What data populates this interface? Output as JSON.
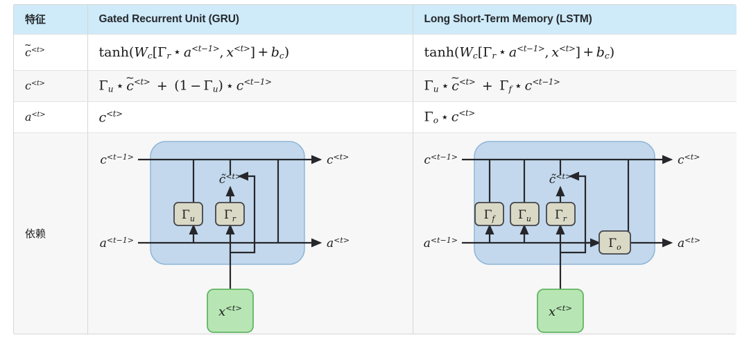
{
  "table": {
    "header": {
      "feature": "特征",
      "gru": "Gated Recurrent Unit (GRU)",
      "lstm": "Long Short-Term Memory (LSTM)"
    },
    "rows": [
      {
        "key": "c̃<t>",
        "key_parts": {
          "base": "c",
          "tilde": true,
          "sup": "<t>"
        },
        "gru": "tanh(W_c[Γ_r ⋆ a<t−1>, x<t>] + b_c)",
        "lstm": "tanh(W_c[Γ_r ⋆ a<t−1>, x<t>] + b_c)"
      },
      {
        "key": "c<t>",
        "key_parts": {
          "base": "c",
          "tilde": false,
          "sup": "<t>"
        },
        "gru": "Γ_u ⋆ c̃<t> + (1 − Γ_u) ⋆ c<t−1>",
        "lstm": "Γ_u ⋆ c̃<t> + Γ_f ⋆ c<t−1>"
      },
      {
        "key": "a<t>",
        "key_parts": {
          "base": "a",
          "tilde": false,
          "sup": "<t>"
        },
        "gru": "c<t>",
        "lstm": "Γ_o ⋆ c<t>"
      },
      {
        "key": "依赖",
        "gru": "diagram:gru",
        "lstm": "diagram:lstm"
      }
    ]
  },
  "diagrams": {
    "gru": {
      "title": "GRU cell dependency diagram",
      "input_labels": {
        "c_prev": "c<t−1>",
        "a_prev": "a<t−1>"
      },
      "output_labels": {
        "c_out": "c<t>",
        "a_out": "a<t>"
      },
      "internal_label": "c̃<t>",
      "gates": [
        "Γ_u",
        "Γ_r"
      ],
      "input_box": "x<t>"
    },
    "lstm": {
      "title": "LSTM cell dependency diagram",
      "input_labels": {
        "c_prev": "c<t−1>",
        "a_prev": "a<t−1>"
      },
      "output_labels": {
        "c_out": "c<t>",
        "a_out": "a<t>"
      },
      "internal_label": "c̃<t>",
      "gates": [
        "Γ_f",
        "Γ_u",
        "Γ_r",
        "Γ_o"
      ],
      "input_box": "x<t>"
    }
  },
  "colors": {
    "header_bg": "#cfeaf8",
    "row_alt_bg": "#f7f7f7",
    "row_bg": "#ffffff",
    "border": "#d6d6d6",
    "cell_body_fill": "#c3d8ec",
    "cell_body_stroke": "#8fb6d8",
    "gate_fill": "#d9d9c6",
    "gate_stroke": "#44444a",
    "input_fill": "#b7e6b4",
    "input_stroke": "#63b463",
    "line": "#26262b",
    "text": "#1a1a1a"
  }
}
